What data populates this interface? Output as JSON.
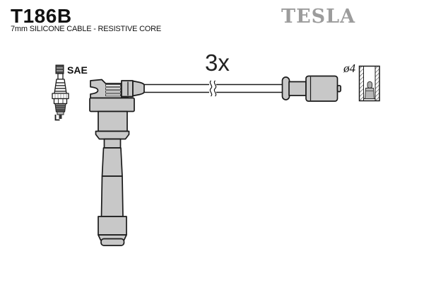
{
  "header": {
    "part_number": "T186B",
    "part_description": "7mm SILICONE CABLE - RESISTIVE CORE"
  },
  "brand": {
    "logo_text": "TESLA",
    "logo_color": "#9c9c9c"
  },
  "diagram": {
    "quantity_label": "3x",
    "spark_plug_label": "SAE",
    "terminal_diameter_label": "ø4",
    "components": [
      "spark-plug-icon",
      "plug-boot-icon",
      "ignition-cable-icon",
      "cable-break-icon",
      "coil-connector-icon",
      "terminal-sleeve-cross-section-icon"
    ]
  },
  "colors": {
    "background": "#ffffff",
    "part_fill": "#c8c8c8",
    "outline": "#1a1a1a",
    "logo": "#9c9c9c"
  }
}
